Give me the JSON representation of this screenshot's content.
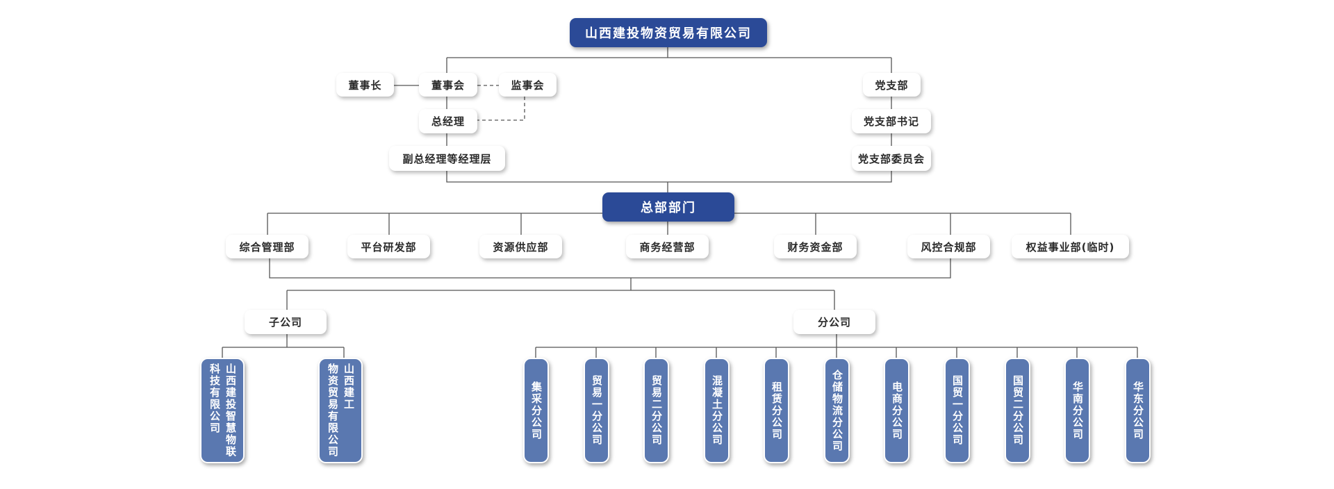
{
  "company": "山西建投物资贸易有限公司",
  "governance": {
    "chairman": "董事长",
    "board": "董事会",
    "supervisory_board": "监事会",
    "general_manager": "总经理",
    "deputy_managers": "副总经理等经理层"
  },
  "party": {
    "branch": "党支部",
    "secretary": "党支部书记",
    "committee": "党支部委员会"
  },
  "headquarters": "总部部门",
  "departments": [
    "综合管理部",
    "平台研发部",
    "资源供应部",
    "商务经营部",
    "财务资金部",
    "风控合规部",
    "权益事业部(临时)"
  ],
  "subsidiaries_label": "子公司",
  "branches_label": "分公司",
  "subsidiaries": [
    "山西建投智慧物联\n科技有限公司",
    "山西建工\n物资贸易有限公司"
  ],
  "branches": [
    "集采分公司",
    "贸易一分公司",
    "贸易二分公司",
    "混凝土分公司",
    "租赁分公司",
    "仓储物流分公司",
    "电商分公司",
    "国贸一分公司",
    "国贸二分公司",
    "华南分公司",
    "华东分公司"
  ],
  "colors": {
    "primary": "#2b4a97",
    "leaf": "#5a78b0",
    "line": "#555555"
  }
}
